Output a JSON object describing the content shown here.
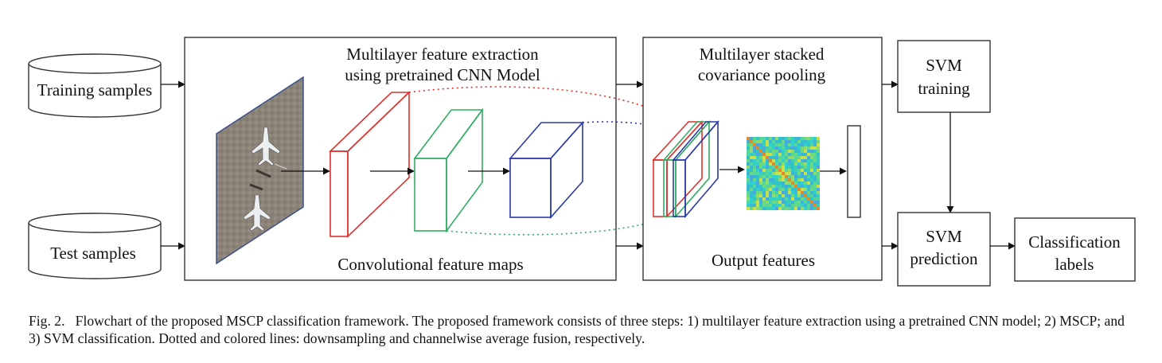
{
  "diagram": {
    "nodes": {
      "training_samples": "Training samples",
      "test_samples": "Test samples",
      "extraction_title_line1": "Multilayer feature extraction",
      "extraction_title_line2": "using pretrained CNN Model",
      "conv_maps": "Convolutional feature maps",
      "pooling_title_line1": "Multilayer stacked",
      "pooling_title_line2": "covariance pooling",
      "output_features": "Output features",
      "svm_training_line1": "SVM",
      "svm_training_line2": "training",
      "svm_prediction_line1": "SVM",
      "svm_prediction_line2": "prediction",
      "labels_line1": "Classification",
      "labels_line2": "labels"
    },
    "colors": {
      "layer1": "#e0302c",
      "layer2": "#2fae62",
      "layer3": "#2a3aa8",
      "frame": "#333333"
    }
  },
  "caption": {
    "label": "Fig. 2.",
    "text": "Flowchart of the proposed MSCP classification framework. The proposed framework consists of three steps: 1) multilayer feature extraction using a pretrained CNN model; 2) MSCP; and 3) SVM classification. Dotted and colored lines: downsampling and channelwise average fusion, respectively."
  }
}
